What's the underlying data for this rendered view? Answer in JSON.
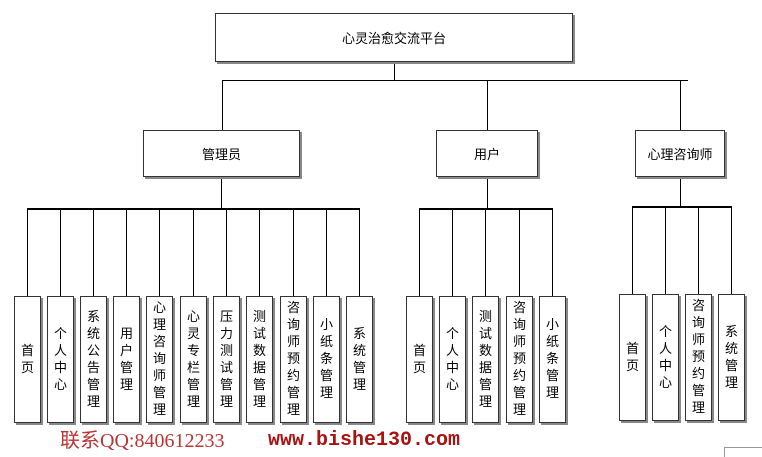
{
  "root": {
    "label": "心灵治愈交流平台"
  },
  "groups": [
    {
      "label": "管理员",
      "children": [
        "首页",
        "个人中心",
        "系统公告管理",
        "用户管理",
        "心理咨询师管理",
        "心灵专栏管理",
        "压力测试管理",
        "测试数据管理",
        "咨询师预约管理",
        "小纸条管理",
        "系统管理"
      ]
    },
    {
      "label": "用户",
      "children": [
        "首页",
        "个人中心",
        "测试数据管理",
        "咨询师预约管理",
        "小纸条管理"
      ]
    },
    {
      "label": "心理咨询师",
      "children": [
        "首页",
        "个人中心",
        "咨询师预约管理",
        "系统管理"
      ]
    }
  ],
  "watermark": {
    "line1": "联系QQ:840612233",
    "line2": "www.bishe130.com"
  }
}
